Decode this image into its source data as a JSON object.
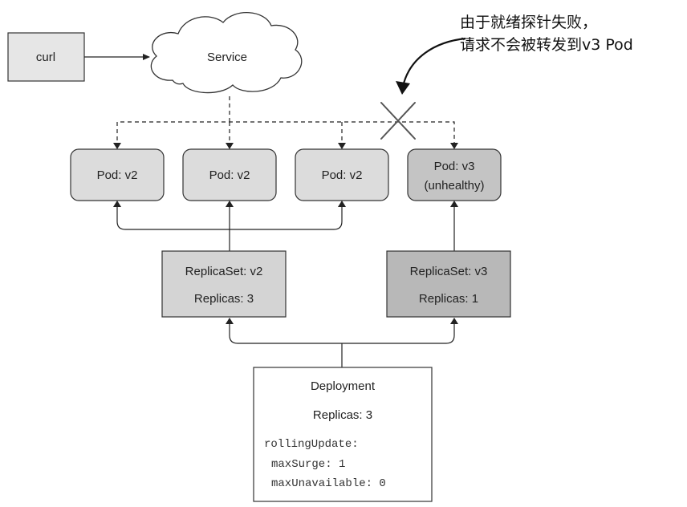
{
  "curl": {
    "label": "curl"
  },
  "service": {
    "label": "Service"
  },
  "pods": [
    {
      "line1": "Pod: v2"
    },
    {
      "line1": "Pod: v2"
    },
    {
      "line1": "Pod: v2"
    },
    {
      "line1": "Pod: v3",
      "line2": "(unhealthy)"
    }
  ],
  "replicasets": [
    {
      "name": "ReplicaSet: v2",
      "replicas": "Replicas: 3"
    },
    {
      "name": "ReplicaSet: v3",
      "replicas": "Replicas: 1"
    }
  ],
  "deployment": {
    "name": "Deployment",
    "replicas": "Replicas: 3",
    "strategy": "rollingUpdate:",
    "max_surge": "maxSurge: 1",
    "max_unavailable": "maxUnavailable: 0"
  },
  "annotation": {
    "line1": "由于就绪探针失败，",
    "line2": "请求不会被转发到v3 Pod"
  },
  "colors": {
    "pod_fill": "#dcdcdc",
    "pod_unhealthy_fill": "#c4c4c4",
    "rs_v2_fill": "#d4d4d4",
    "rs_v3_fill": "#b8b8b8",
    "curl_fill": "#e6e6e6",
    "stroke": "#333333"
  }
}
